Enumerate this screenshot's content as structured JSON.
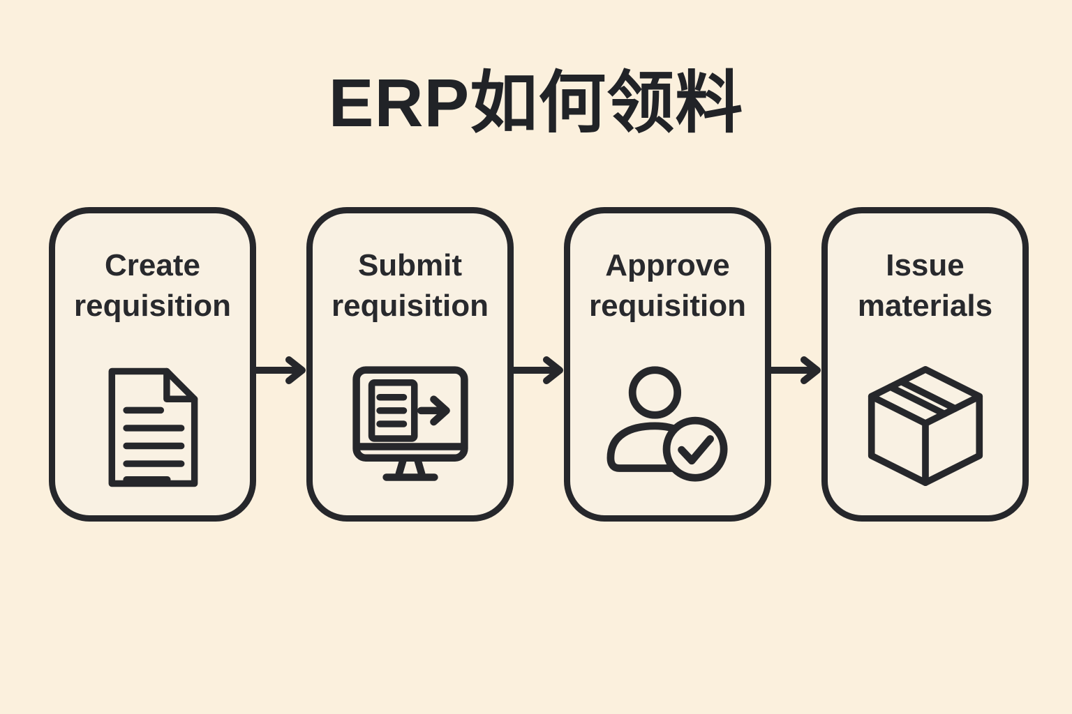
{
  "page": {
    "background_color": "#FBF0DD",
    "box_fill_color": "#F9F1E3",
    "stroke_color": "#26272B",
    "text_color": "#28292D"
  },
  "title": "ERP如何领料",
  "flow": {
    "connector_icon": "arrow-right-icon",
    "steps": [
      {
        "id": "create",
        "label": "Create requisition",
        "icon": "document-icon"
      },
      {
        "id": "submit",
        "label": "Submit requisition",
        "icon": "monitor-submit-icon"
      },
      {
        "id": "approve",
        "label": "Approve requisition",
        "icon": "person-check-icon"
      },
      {
        "id": "issue",
        "label": "Issue materials",
        "icon": "package-box-icon"
      }
    ]
  }
}
